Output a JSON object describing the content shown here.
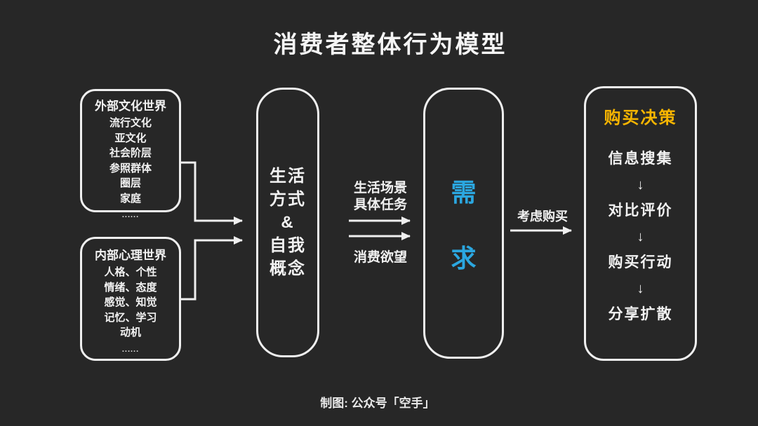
{
  "title": "消费者整体行为模型",
  "colors": {
    "background": "#272727",
    "stroke": "#EFEFEF",
    "text": "#F2F2F2",
    "demand_blue": "#2BA7E0",
    "decision_yellow": "#F7B500"
  },
  "boxes": {
    "external": {
      "header": "外部文化世界",
      "items": [
        "流行文化",
        "亚文化",
        "社会阶层",
        "参照群体",
        "圈层",
        "家庭"
      ],
      "ellipsis": "......"
    },
    "internal": {
      "header": "内部心理世界",
      "items": [
        "人格、个性",
        "情绪、态度",
        "感觉、知觉",
        "记忆、学习",
        "动机"
      ],
      "ellipsis": "......"
    },
    "lifestyle": {
      "lines": [
        "生活",
        "方式",
        "&",
        "自我",
        "概念"
      ]
    },
    "demand": {
      "chars": [
        "需",
        "求"
      ]
    },
    "decision": {
      "header": "购买决策",
      "steps": [
        "信息搜集",
        "对比评价",
        "购买行动",
        "分享扩散"
      ],
      "arrow_glyph": "↓"
    }
  },
  "labels": {
    "scene": "生活场景",
    "task": "具体任务",
    "desire": "消费欲望",
    "consider": "考虑购买"
  },
  "footer": {
    "credit": "制图: 公众号「空手」"
  }
}
